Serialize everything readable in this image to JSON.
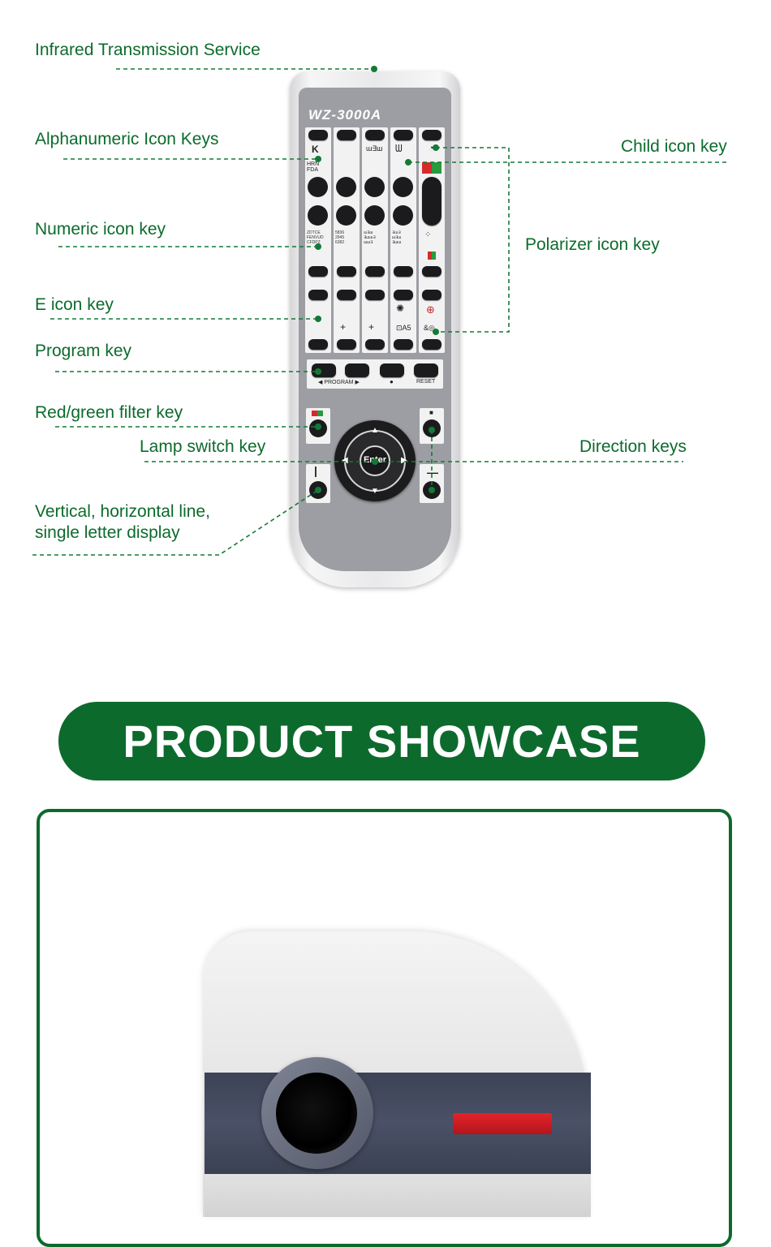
{
  "labels": {
    "infrared": "Infrared Transmission Service",
    "alphanumeric": "Alphanumeric Icon Keys",
    "numeric": "Numeric icon key",
    "e_icon": "E icon key",
    "program": "Program key",
    "red_green": "Red/green filter key",
    "lamp": "Lamp switch key",
    "vertical": "Vertical, horizontal line, single letter display",
    "child": "Child icon key",
    "polarizer": "Polarizer icon key",
    "direction": "Direction keys"
  },
  "remote": {
    "model": "WZ-3000A",
    "program_key": "◀ PROGRAM ▶",
    "reset_key": "RESET",
    "enter_key": "Enter"
  },
  "banner": {
    "title": "PRODUCT SHOWCASE"
  },
  "colors": {
    "accent": "#0d6a2d",
    "label_text": "#0c6b2c"
  }
}
